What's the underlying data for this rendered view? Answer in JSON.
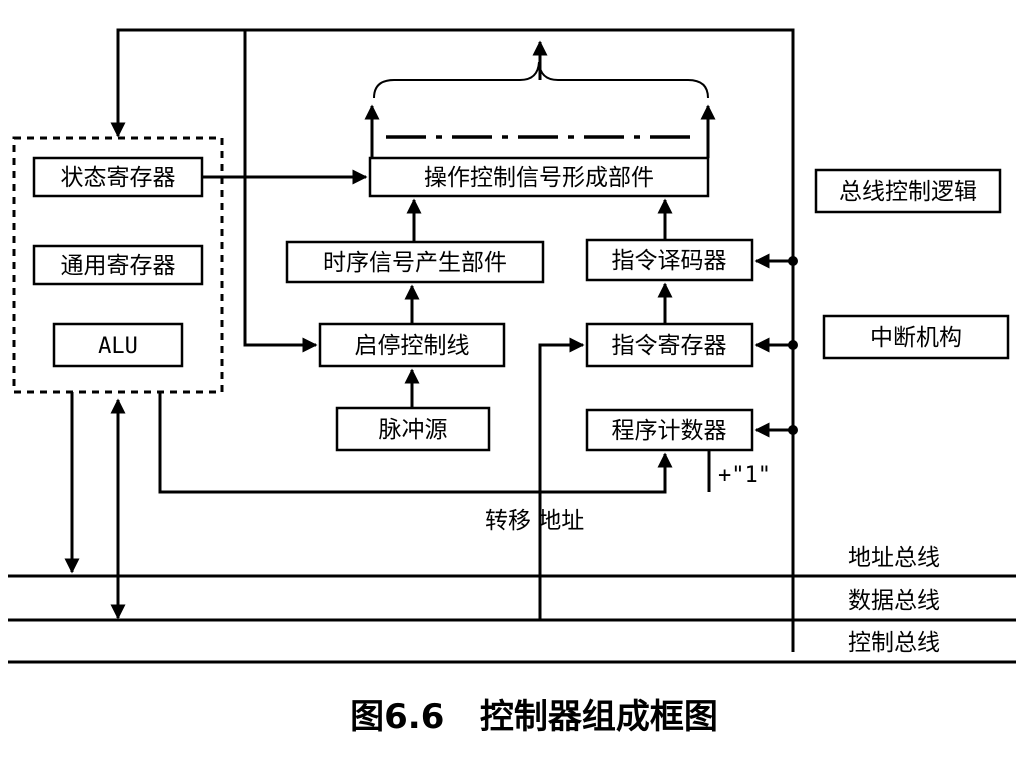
{
  "blocks": {
    "status_register": "状态寄存器",
    "general_register": "通用寄存器",
    "alu": "ALU",
    "op_signal_unit": "操作控制信号形成部件",
    "timing_unit": "时序信号产生部件",
    "start_stop": "启停控制线",
    "pulse_source": "脉冲源",
    "instr_decoder": "指令译码器",
    "instr_register": "指令寄存器",
    "program_counter": "程序计数器",
    "bus_control_logic": "总线控制逻辑",
    "interrupt_unit": "中断机构"
  },
  "labels": {
    "plus_one": "+\"1\"",
    "jump_address": "转移 地址",
    "address_bus": "地址总线",
    "data_bus": "数据总线",
    "control_bus": "控制总线"
  },
  "caption": "图6.6   控制器组成框图"
}
